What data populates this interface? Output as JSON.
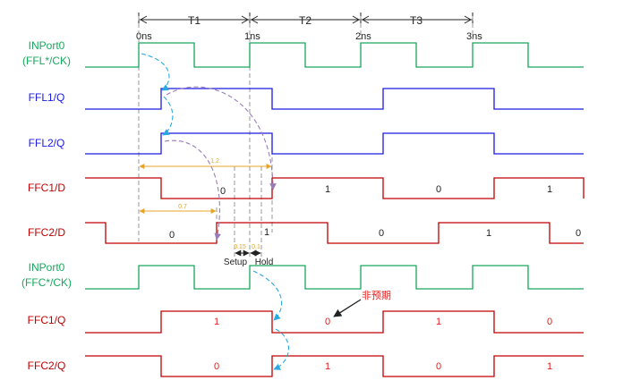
{
  "colors": {
    "clock": "#17a85c",
    "ffl": "#1a1ae0",
    "ffc": "#c00000",
    "grey": "#9a9a9a",
    "orange": "#e8a428",
    "purple": "#9a7cb8",
    "cyan": "#2aa8e0",
    "black": "#222222"
  },
  "axis": {
    "periods": [
      "T1",
      "T2",
      "T3"
    ],
    "times": [
      "0ns",
      "1ns",
      "2ns",
      "3ns"
    ]
  },
  "signals": [
    {
      "id": "inport0-ffl",
      "label": [
        "INPort0",
        "(FFL*/CK)"
      ],
      "color": "clock",
      "values": []
    },
    {
      "id": "ffl1-q",
      "label": [
        "FFL1/Q"
      ],
      "color": "ffl",
      "values": []
    },
    {
      "id": "ffl2-q",
      "label": [
        "FFL2/Q"
      ],
      "color": "ffl",
      "values": []
    },
    {
      "id": "ffc1-d",
      "label": [
        "FFC1/D"
      ],
      "color": "ffc",
      "values": [
        "0",
        "1",
        "0",
        "1"
      ]
    },
    {
      "id": "ffc2-d",
      "label": [
        "FFC2/D"
      ],
      "color": "ffc",
      "values": [
        "0",
        "1",
        "0",
        "1",
        "0"
      ]
    },
    {
      "id": "inport0-ffc",
      "label": [
        "INPort0",
        "(FFC*/CK)"
      ],
      "color": "clock",
      "values": []
    },
    {
      "id": "ffc1-q",
      "label": [
        "FFC1/Q"
      ],
      "color": "ffc",
      "values": [
        "1",
        "0",
        "1",
        "0"
      ]
    },
    {
      "id": "ffc2-q",
      "label": [
        "FFC2/Q"
      ],
      "color": "ffc",
      "values": [
        "0",
        "1",
        "0",
        "1"
      ]
    }
  ],
  "measurements": {
    "delay_long": "1.2",
    "delay_short": "0.7",
    "setup_time": "0.15",
    "hold_time": "0.1",
    "setup_label": "Setup",
    "hold_label": "Hold"
  },
  "annotation": {
    "unexpected": "非预期"
  }
}
